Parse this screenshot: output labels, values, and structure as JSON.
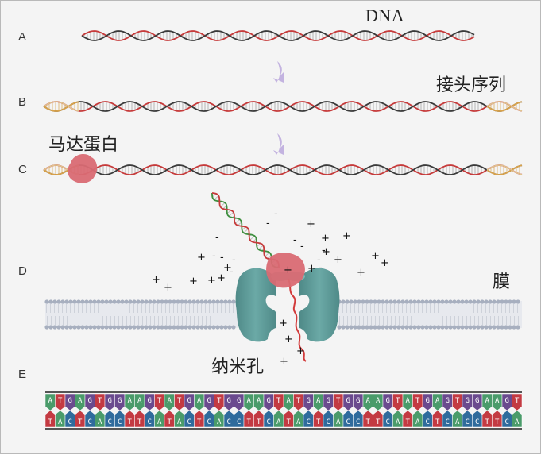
{
  "rows": {
    "a": "A",
    "b": "B",
    "c": "C",
    "d": "D",
    "e": "E"
  },
  "labels": {
    "dna": "DNA",
    "adapter": "接头序列",
    "motor_protein": "马达蛋白",
    "membrane": "膜",
    "nanopore": "纳米孔"
  },
  "charges": {
    "plus": "+",
    "minus": "-"
  },
  "sequence": {
    "top_strand": "ATGAGTGGAAGTATGAGTGGAAGTATGAGTGGAAGTATGAGTGGAAGT",
    "bottom_strand": "TACTCACCTTCATACTCACCTTCATACTCACCTTCATACTCACCTTCA"
  },
  "colors": {
    "strand_dark": "#3b3b3b",
    "strand_red": "#c63b3b",
    "adapter": "#d9a24a",
    "arrow": "#c3b3e0",
    "motor": "#d96a73",
    "pore": "#5f9c9a",
    "membrane": "#a7afbf",
    "base_A": "#4a9b6a",
    "base_T": "#c33a42",
    "base_G": "#6a4a8e",
    "base_C": "#2f6b9c"
  }
}
